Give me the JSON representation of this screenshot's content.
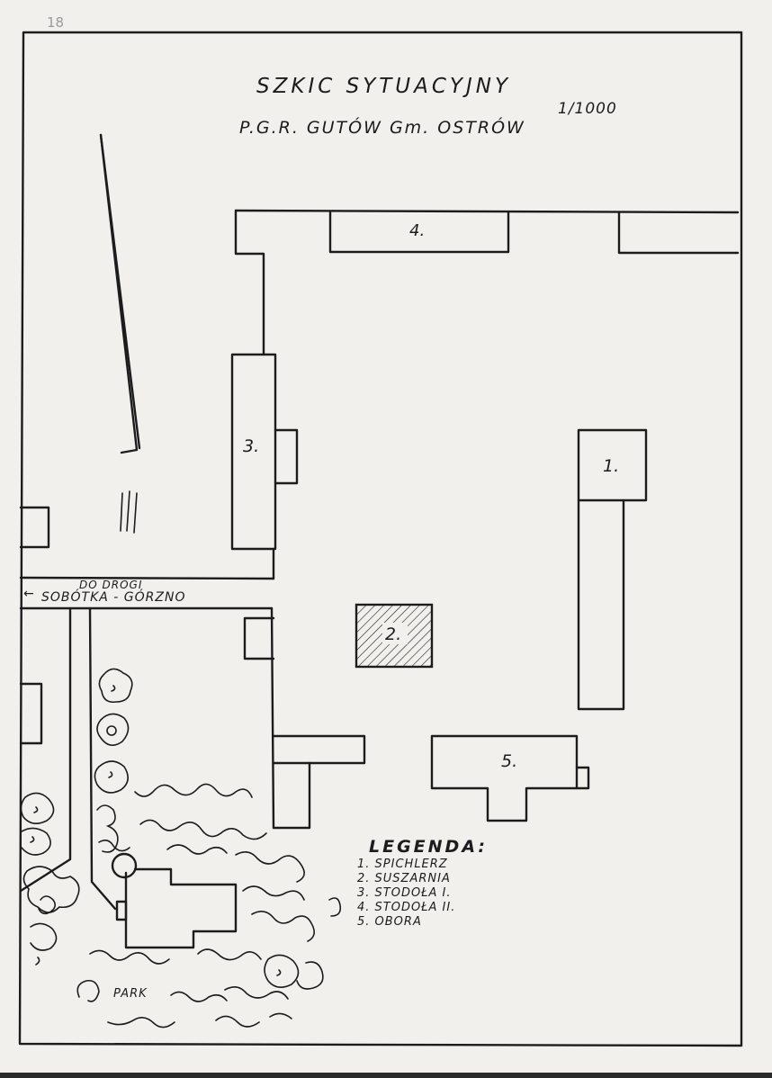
{
  "page_number": "18",
  "title": "SZKIC SYTUACYJNY",
  "scale": "1/1000",
  "subtitle": "P.G.R. GUTÓW Gm. OSTRÓW",
  "buildings": {
    "b1": "1.",
    "b2": "2.",
    "b3": "3.",
    "b4": "4.",
    "b5": "5."
  },
  "road": {
    "arrow": "←",
    "line1": "DO DROGI",
    "line2": "SOBÓTKA - GÓRZNO"
  },
  "park_label": "PARK",
  "legend": {
    "title": "LEGENDA:",
    "items": [
      "1. SPICHLERZ",
      "2. SUSZARNIA",
      "3. STODOŁA I.",
      "4. STODOŁA II.",
      "5. OBORA"
    ]
  }
}
